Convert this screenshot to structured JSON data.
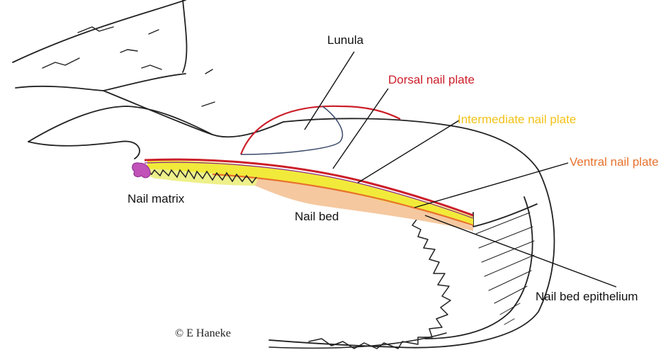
{
  "labels": {
    "lunula": "Lunula",
    "dorsal": "Dorsal nail plate",
    "intermediate": "Intermediate nail plate",
    "ventral": "Ventral nail plate",
    "matrix": "Nail matrix",
    "bed": "Nail bed",
    "epithelium": "Nail bed epithelium"
  },
  "credit": "© E Haneke",
  "colors": {
    "outline": "#222222",
    "dorsal": "#cc1f2a",
    "intermediate": "#f2c21a",
    "ventral": "#e8722e",
    "matrix_tip": "#c052b8",
    "matrix_fill": "#eef08a",
    "bed_fill": "#f5c8a0",
    "plate_fill": "#f1ea3a"
  }
}
